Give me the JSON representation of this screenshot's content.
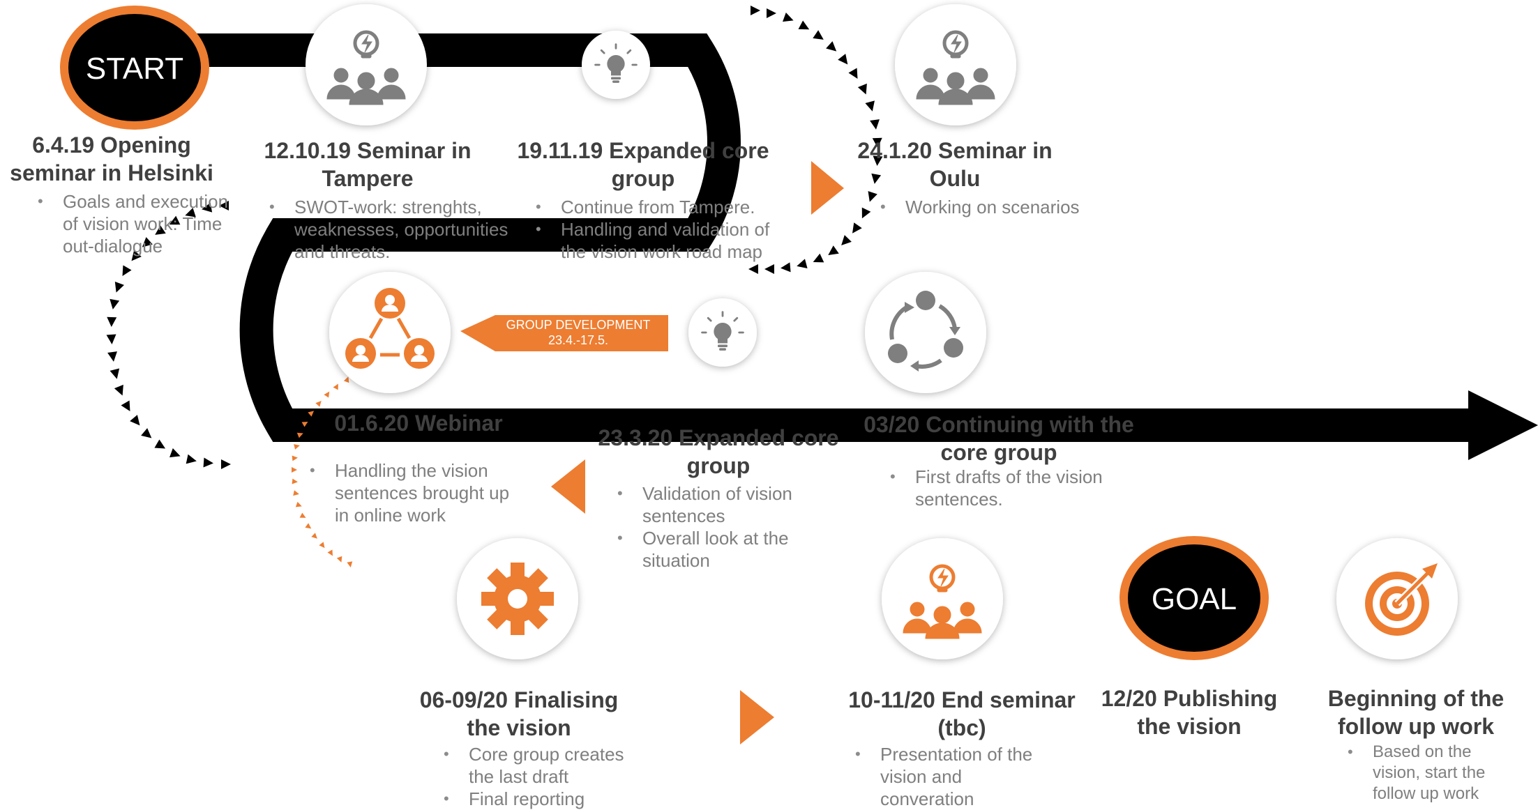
{
  "start_label": "START",
  "goal_label": "GOAL",
  "group_development": {
    "line1": "GROUP DEVELOPMENT",
    "line2": "23.4.-17.5."
  },
  "milestones": [
    {
      "title_lines": [
        "6.4.19 Opening",
        "seminar in Helsinki"
      ],
      "bullets": [
        "Goals and execution of vision work: Time out-dialogue"
      ]
    },
    {
      "title_lines": [
        "12.10.19 Seminar in",
        "Tampere"
      ],
      "bullets": [
        "SWOT-work: strenghts, weaknesses, opportunities and threats."
      ]
    },
    {
      "title_lines": [
        "19.11.19 Expanded core",
        "group"
      ],
      "bullets": [
        "Continue from Tampere.",
        "Handling and validation of the vision work road map"
      ]
    },
    {
      "title_lines": [
        "24.1.20 Seminar in",
        "Oulu"
      ],
      "bullets": [
        "Working on scenarios"
      ]
    },
    {
      "title_lines": [
        "03/20 Continuing with the",
        "core group"
      ],
      "bullets": [
        "First drafts of the vision sentences."
      ]
    },
    {
      "title_lines": [
        "23.3.20 Expanded core",
        "group"
      ],
      "bullets": [
        "Validation of vision sentences",
        "Overall look at the situation"
      ]
    },
    {
      "title_lines": [
        "01.6.20 Webinar"
      ],
      "bullets": [
        "Handling the vision sentences brought up in online work"
      ]
    },
    {
      "title_lines": [
        "06-09/20 Finalising",
        "the vision"
      ],
      "bullets": [
        "Core group creates the last draft",
        "Final reporting"
      ]
    },
    {
      "title_lines": [
        "10-11/20 End seminar",
        "(tbc)"
      ],
      "bullets": [
        "Presentation of the vision and converation"
      ]
    },
    {
      "title_lines": [
        "12/20 Publishing",
        "the vision"
      ],
      "bullets": []
    },
    {
      "title_lines": [
        "Beginning of the",
        "follow up work"
      ],
      "bullets": [
        "Based on the vision, start the follow up work"
      ]
    }
  ],
  "colors": {
    "road": "#000000",
    "accent": "#ed7d31",
    "icon_gray": "#7f7f7f",
    "title_text": "#404040",
    "body_text": "#7f7f7f"
  },
  "icons": [
    "people-idea-icon",
    "lightbulb-icon",
    "people-idea-icon",
    "cycle-icon",
    "lightbulb-icon",
    "team-network-icon",
    "gear-icon",
    "people-idea-icon",
    "target-icon"
  ]
}
